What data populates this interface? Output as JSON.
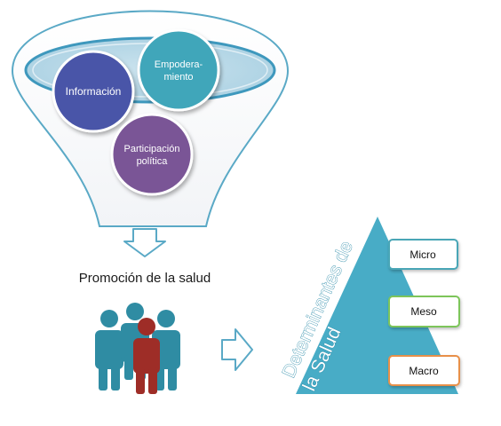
{
  "funnel": {
    "circles": [
      {
        "lines": [
          "Información"
        ],
        "color": "#4a55a8"
      },
      {
        "lines": [
          "Empodera-",
          "miento"
        ],
        "color": "#3fa6ba"
      },
      {
        "lines": [
          "Participación",
          "política"
        ],
        "color": "#7a5596"
      }
    ]
  },
  "promotion": {
    "label": "Promoción de la salud"
  },
  "pyramid": {
    "title_line1": "Determinantes de",
    "title_line2": "la Salud",
    "color": "#48acc6",
    "levels": [
      {
        "label": "Micro",
        "border_color": "#4aa6b6"
      },
      {
        "label": "Meso",
        "border_color": "#7dc55a"
      },
      {
        "label": "Macro",
        "border_color": "#e8904a"
      }
    ]
  },
  "people": {
    "colors": {
      "teal": "#2f8ca3",
      "red": "#9e2d27"
    }
  },
  "icons": [
    "down-arrow-icon",
    "right-arrow-icon",
    "people-icon"
  ]
}
